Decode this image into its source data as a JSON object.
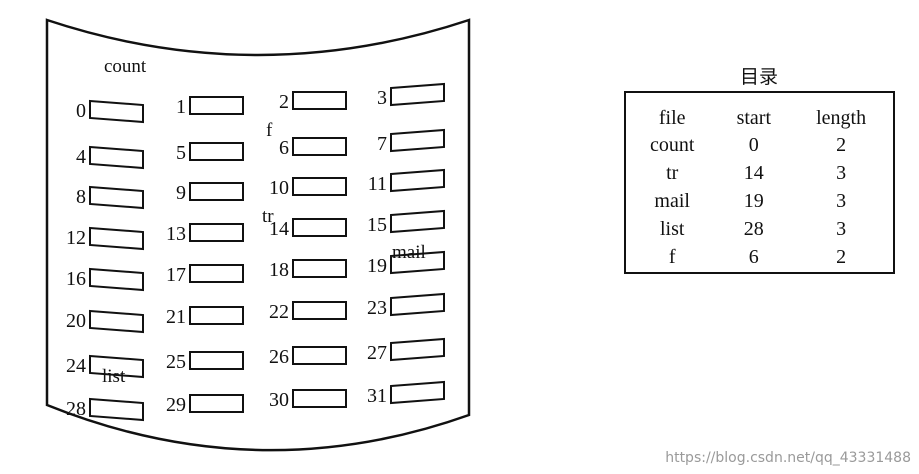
{
  "disk": {
    "blocks": [
      "0",
      "1",
      "2",
      "3",
      "4",
      "5",
      "6",
      "7",
      "8",
      "9",
      "10",
      "11",
      "12",
      "13",
      "14",
      "15",
      "16",
      "17",
      "18",
      "19",
      "20",
      "21",
      "22",
      "23",
      "24",
      "25",
      "26",
      "27",
      "28",
      "29",
      "30",
      "31"
    ],
    "file_labels": [
      "count",
      "f",
      "tr",
      "mail",
      "list"
    ]
  },
  "directory": {
    "title": "目录",
    "columns": [
      "file",
      "start",
      "length"
    ],
    "rows": [
      [
        "count",
        "0",
        "2"
      ],
      [
        "tr",
        "14",
        "3"
      ],
      [
        "mail",
        "19",
        "3"
      ],
      [
        "list",
        "28",
        "3"
      ],
      [
        "f",
        "6",
        "2"
      ]
    ]
  },
  "watermark": "https://blog.csdn.net/qq_43331488"
}
